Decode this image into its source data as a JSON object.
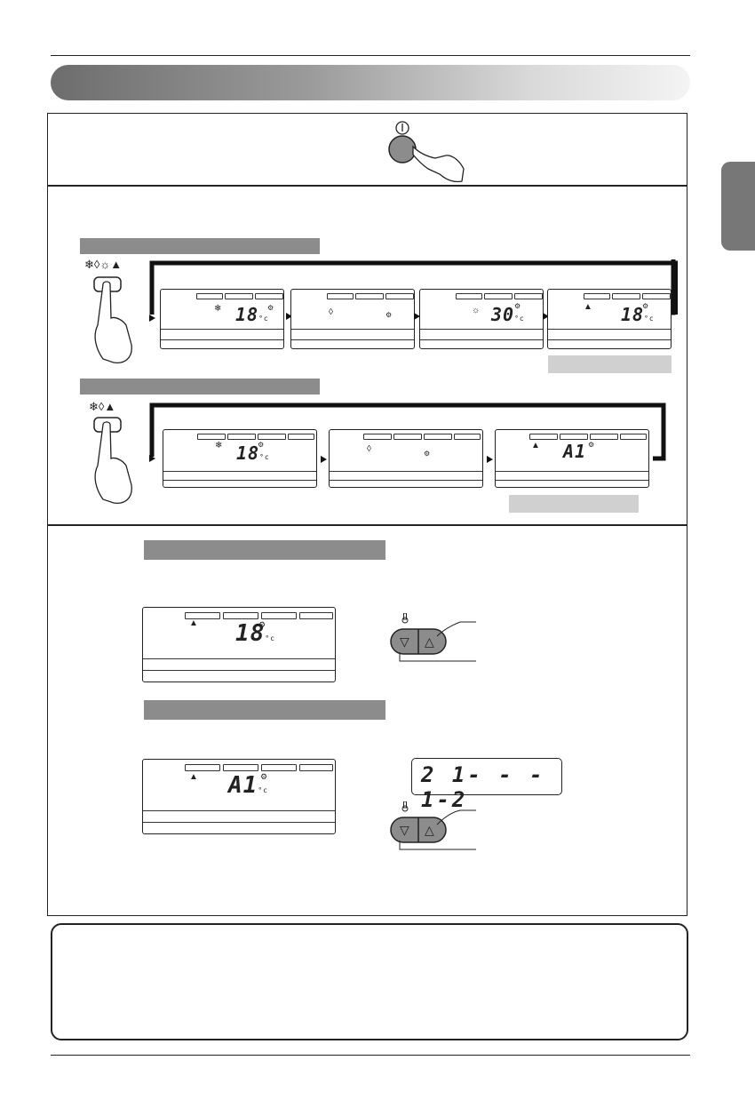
{
  "power_symbol": "⏻",
  "mode_icons": "❄◊☼▲",
  "mode_icons_2": "❄◊▲",
  "cool_icon": "❄",
  "dry_icon": "◊",
  "heat_icon": "☼",
  "auto_icon": "▲",
  "fan_icon": "⚙",
  "degree_unit": "°c",
  "displays_row1": [
    "18",
    "",
    "30",
    "18"
  ],
  "displays_row2": [
    "18",
    "",
    "A1"
  ],
  "auto_display_temp": "18",
  "auto_display_code": "A1",
  "digital_readout": "2 1- - - 1-2",
  "down_button": "▽",
  "up_button": "△",
  "colors": {
    "banner": "#8a8a8a",
    "bar": "#8c8c8c",
    "tab": "#777777"
  }
}
